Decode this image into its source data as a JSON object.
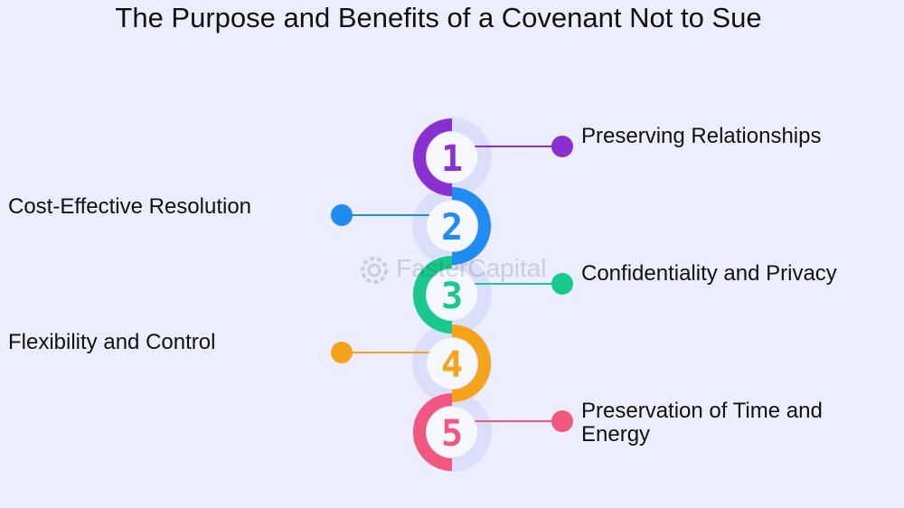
{
  "title": "The Purpose and Benefits of a Covenant Not to Sue",
  "watermark": "FasterCapital",
  "steps": [
    {
      "number": "1",
      "label": "Preserving Relationships",
      "color": "#8a2fd1"
    },
    {
      "number": "2",
      "label": "Cost-Effective Resolution",
      "color": "#1e8cf0"
    },
    {
      "number": "3",
      "label": "Confidentiality and Privacy",
      "color": "#18c98c"
    },
    {
      "number": "4",
      "label": "Flexibility and Control",
      "color": "#f7a21b"
    },
    {
      "number": "5",
      "label": "Preservation of Time and Energy",
      "color": "#f2577f"
    }
  ],
  "colors": {
    "background": "#eceefe",
    "text": "#111111",
    "halo": "#dcdffa"
  }
}
